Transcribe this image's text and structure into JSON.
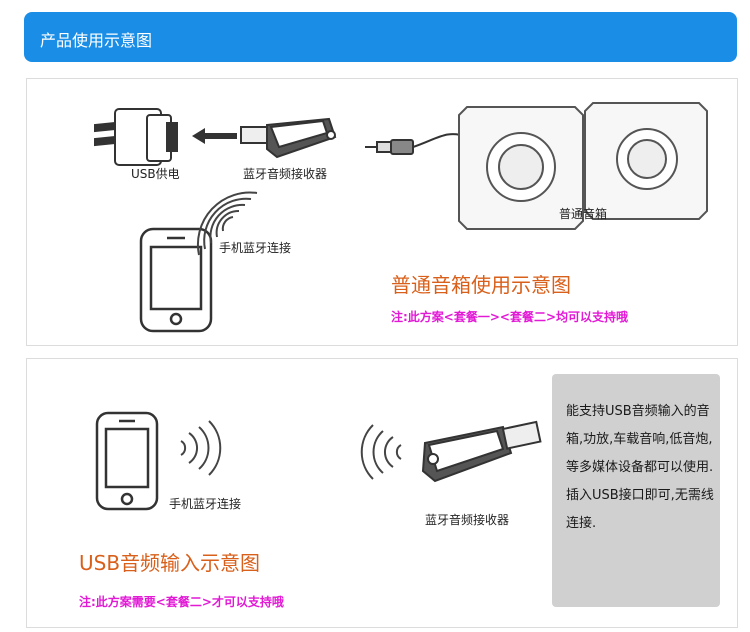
{
  "header": {
    "title": "产品使用示意图"
  },
  "diagram1": {
    "usb_power_label": "USB供电",
    "receiver_label": "蓝牙音频接收器",
    "phone_label": "手机蓝牙连接",
    "speaker_label": "普通音箱",
    "title": "普通音箱使用示意图",
    "note": "注:此方案<套餐一><套餐二>均可以支持哦"
  },
  "diagram2": {
    "phone_label": "手机蓝牙连接",
    "receiver_label": "蓝牙音频接收器",
    "title": "USB音频输入示意图",
    "note": "注:此方案需要<套餐二>才可以支持哦",
    "description": "能支持USB音频输入的音箱,功放,车载音响,低音炮,等多媒体设备都可以使用.插入USB接口即可,无需线连接."
  },
  "colors": {
    "header_bg": "#1a8de6",
    "title_orange": "#d9601b",
    "note_magenta": "#e21ad6",
    "gray_box": "#d0d0d0"
  },
  "icons": [
    "usb-charger-icon",
    "bluetooth-receiver-icon",
    "smartphone-icon",
    "speaker-icon",
    "wireless-waves-icon",
    "arrow-left-icon",
    "audio-plug-icon"
  ]
}
